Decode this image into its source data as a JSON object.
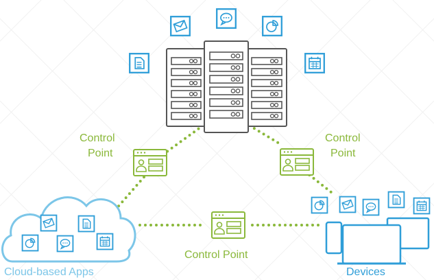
{
  "labels": {
    "cp_left_line1": "Control",
    "cp_left_line2": "Point",
    "cp_right_line1": "Control",
    "cp_right_line2": "Point",
    "cp_bottom": "Control Point",
    "cloud_apps": "Cloud-based Apps",
    "devices": "Devices"
  },
  "colors": {
    "green": "#8ab83a",
    "blue": "#2f9ed8",
    "light_blue": "#7cc6e8",
    "server_gray": "#555555"
  },
  "icons": {
    "around_server": [
      "document-icon",
      "mail-icon",
      "chat-icon",
      "pie-chart-icon",
      "calendar-icon"
    ],
    "in_cloud": [
      "mail-icon",
      "document-icon",
      "pie-chart-icon",
      "chat-icon",
      "calendar-icon"
    ],
    "above_devices": [
      "pie-chart-icon",
      "mail-icon",
      "chat-icon",
      "document-icon",
      "calendar-icon"
    ]
  }
}
